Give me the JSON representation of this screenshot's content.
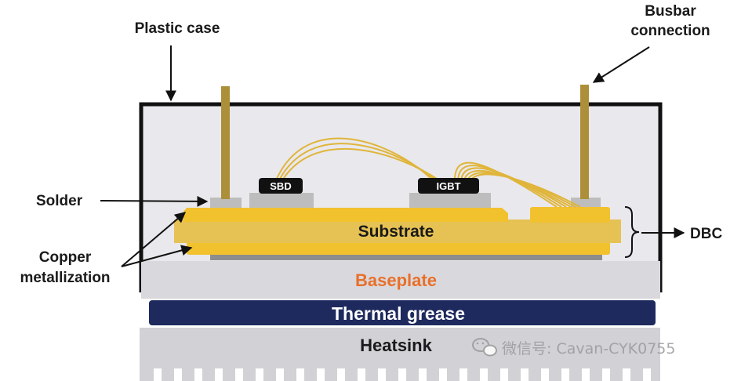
{
  "labels": {
    "plastic_case": "Plastic case",
    "busbar_line1": "Busbar",
    "busbar_line2": "connection",
    "solder": "Solder",
    "copper_line1": "Copper",
    "copper_line2": "metallization",
    "dbc": "DBC",
    "sbd": "SBD",
    "igbt": "IGBT",
    "substrate": "Substrate",
    "baseplate": "Baseplate",
    "thermal_grease": "Thermal grease",
    "heatsink": "Heatsink"
  },
  "watermark": {
    "text": "微信号: Cavan-CYK0755",
    "icon": "wechat-icon"
  },
  "colors": {
    "background": "#ffffff",
    "case_fill": "#e9e8ec",
    "case_outline": "#111111",
    "copper": "#f2c12e",
    "substrate": "#e6c254",
    "terminal": "#ad8f3a",
    "solder": "#bdbdbd",
    "wire": "#e0b53a",
    "chip": "#111111",
    "baseplate": "#d9d8dd",
    "baseplate_text": "#e8702a",
    "thermal_grease": "#1e2a5e",
    "heatsink": "#d2d1d6"
  }
}
